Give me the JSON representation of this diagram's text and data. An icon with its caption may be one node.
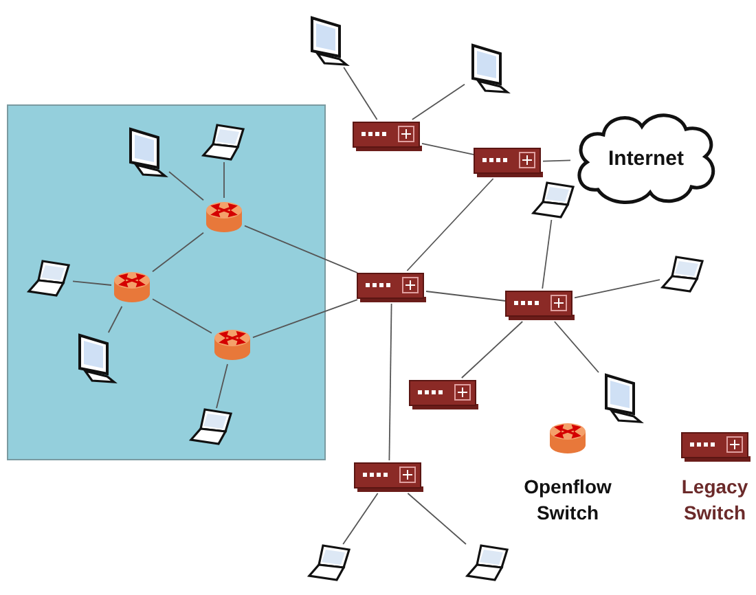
{
  "diagram": {
    "nodes": [
      {
        "text": [],
        "shape": "box"
      },
      {
        "text": [],
        "shape": "monitor",
        "in": 0
      },
      {
        "text": [],
        "shape": "laptop",
        "in": 0
      },
      {
        "text": [],
        "shape": "router",
        "in": 0
      },
      {
        "text": [],
        "shape": "laptop",
        "in": 0
      },
      {
        "text": [],
        "shape": "router",
        "in": 0
      },
      {
        "text": [],
        "shape": "monitor",
        "in": 0
      },
      {
        "text": [],
        "shape": "router",
        "in": 0
      },
      {
        "text": [],
        "shape": "laptop",
        "in": 0
      },
      {
        "text": [],
        "shape": "monitor"
      },
      {
        "text": [],
        "shape": "monitor"
      },
      {
        "text": [],
        "shape": "switch"
      },
      {
        "text": [],
        "shape": "switch"
      },
      {
        "text": [
          "Internet"
        ]
      },
      {
        "text": [],
        "shape": "laptop"
      },
      {
        "text": [],
        "shape": "switch"
      },
      {
        "text": [],
        "shape": "switch"
      },
      {
        "text": [],
        "shape": "laptop"
      },
      {
        "text": [],
        "shape": "switch"
      },
      {
        "text": [],
        "shape": "monitor"
      },
      {
        "text": [],
        "shape": "switch"
      },
      {
        "text": [],
        "shape": "laptop"
      },
      {
        "text": [],
        "shape": "laptop"
      }
    ],
    "edges": [
      {
        "from": 1,
        "to": 3,
        "arrow": "none"
      },
      {
        "from": 2,
        "to": 3,
        "arrow": "none"
      },
      {
        "from": 3,
        "to": 5,
        "arrow": "none"
      },
      {
        "from": 4,
        "to": 5,
        "arrow": "none"
      },
      {
        "from": 5,
        "to": 7,
        "arrow": "none"
      },
      {
        "from": 6,
        "to": 5,
        "arrow": "none"
      },
      {
        "from": 7,
        "to": 8,
        "arrow": "none"
      },
      {
        "from": 3,
        "to": 15,
        "arrow": "none"
      },
      {
        "from": 7,
        "to": 15,
        "arrow": "none"
      },
      {
        "from": 9,
        "to": 11,
        "arrow": "none"
      },
      {
        "from": 10,
        "to": 11,
        "arrow": "none"
      },
      {
        "from": 11,
        "to": 12,
        "arrow": "none"
      },
      {
        "from": 12,
        "to": 13,
        "arrow": "none"
      },
      {
        "from": 12,
        "to": 15,
        "arrow": "none"
      },
      {
        "from": 14,
        "to": 16,
        "arrow": "none"
      },
      {
        "from": 15,
        "to": 16,
        "arrow": "none"
      },
      {
        "from": 16,
        "to": 17,
        "arrow": "none"
      },
      {
        "from": 16,
        "to": 19,
        "arrow": "none"
      },
      {
        "from": 16,
        "to": 18,
        "arrow": "none"
      },
      {
        "from": 15,
        "to": 20,
        "arrow": "none"
      },
      {
        "from": 20,
        "to": 21,
        "arrow": "none"
      },
      {
        "from": 20,
        "to": 22,
        "arrow": "none"
      }
    ],
    "legend": [
      {
        "text": "Openflow Switch"
      },
      {
        "text": "Legacy Switch"
      }
    ]
  }
}
